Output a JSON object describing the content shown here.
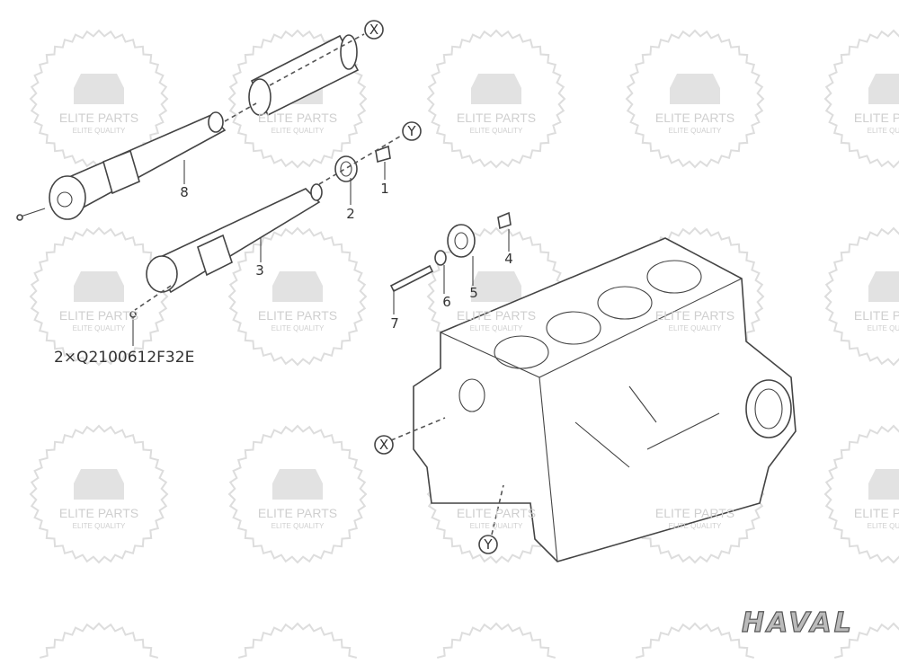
{
  "watermark": {
    "title": "ELITE PARTS",
    "subtitle": "ELITE QUALITY"
  },
  "brand_logo": "HAVAL",
  "callouts": {
    "x_top": "X",
    "y_top": "Y",
    "x_bottom": "X",
    "y_bottom": "Y",
    "p1": "1",
    "p2": "2",
    "p3": "3",
    "p4": "4",
    "p5": "5",
    "p6": "6",
    "p7": "7",
    "p8": "8"
  },
  "part_code": "2×Q2100612F32E"
}
